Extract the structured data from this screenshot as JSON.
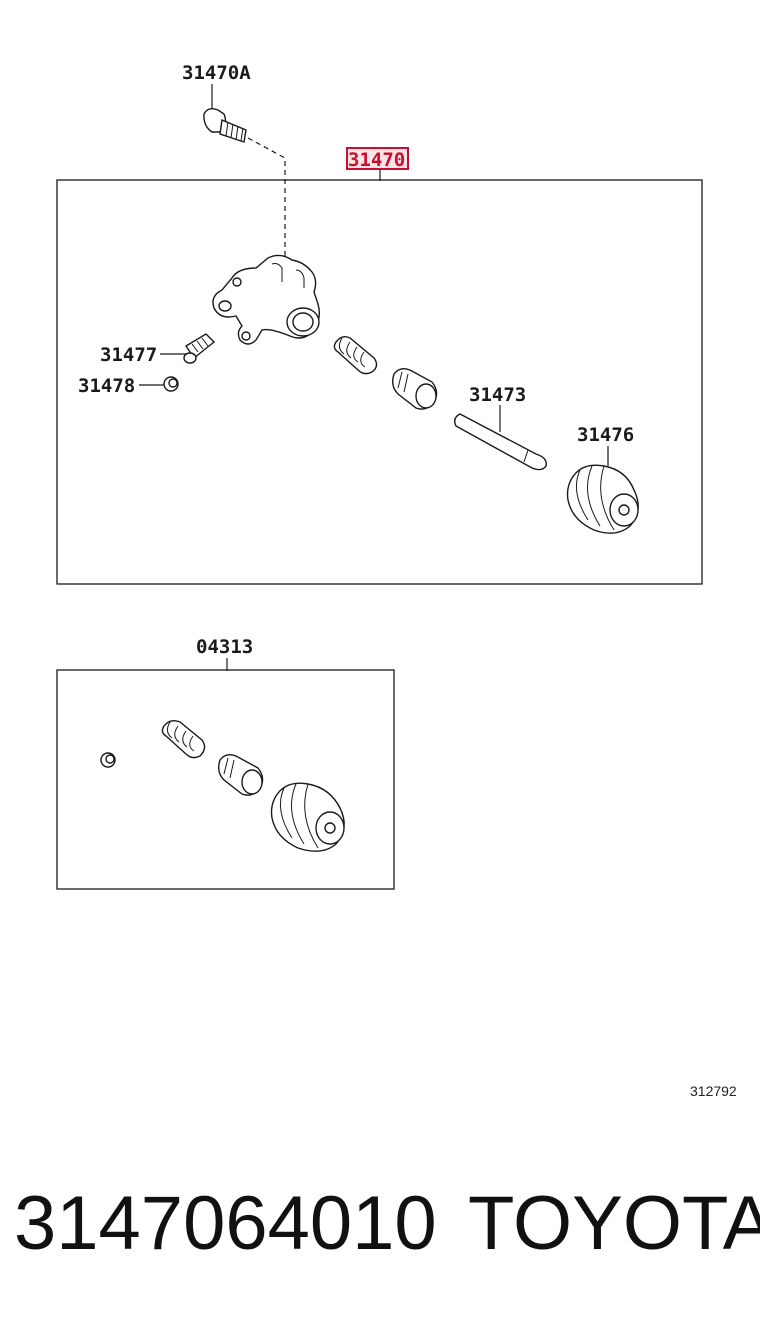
{
  "diagram": {
    "assembly_label": "31470",
    "bolt_label": "31470A",
    "labels": {
      "bleeder_plug": "31477",
      "bleeder_cap": "31478",
      "push_rod": "31473",
      "boot": "31476",
      "kit": "04313"
    },
    "sheet_id": "312792"
  },
  "footer": {
    "part_number": "3147064010",
    "brand": "TOYOTA"
  },
  "colors": {
    "highlight": "#c8102e",
    "line": "#1a1a1a",
    "background": "#ffffff"
  }
}
